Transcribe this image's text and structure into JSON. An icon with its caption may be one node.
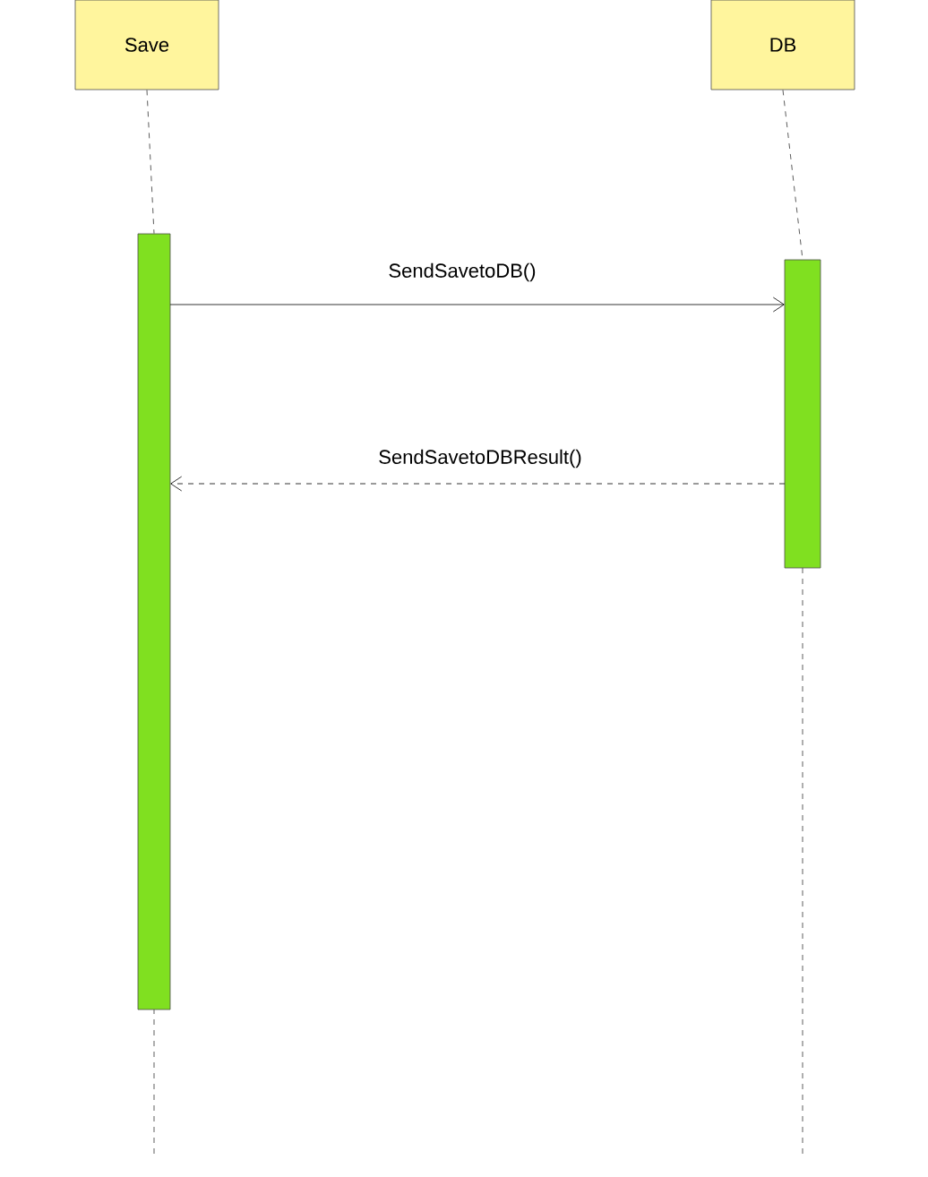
{
  "diagram": {
    "nodes": [
      {
        "text": [
          "Save"
        ]
      },
      {
        "text": [
          "DB"
        ]
      },
      {
        "text": [],
        "shape": "bar"
      },
      {
        "text": [],
        "shape": "bar"
      }
    ],
    "edges": [
      {
        "from": 0,
        "to": 2,
        "arrow": "none",
        "style": "dashed"
      },
      {
        "from": 1,
        "to": 3,
        "arrow": "none",
        "style": "dashed"
      },
      {
        "from": 2,
        "to": 3,
        "arrow": "to",
        "label": "SendSavetoDB()"
      },
      {
        "from": 3,
        "to": 2,
        "arrow": "to",
        "style": "dashed",
        "label": "SendSavetoDBResult()"
      }
    ]
  }
}
